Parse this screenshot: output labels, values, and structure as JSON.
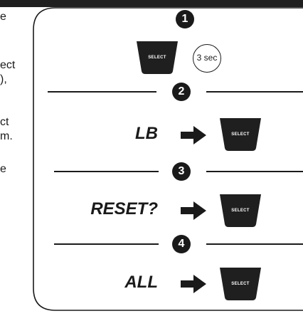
{
  "side_text": {
    "lines": [
      "e",
      "ect",
      "),",
      "ct",
      "m.",
      "e"
    ]
  },
  "steps": [
    {
      "number": "1",
      "timer": "3 sec",
      "button_label": "SELECT"
    },
    {
      "number": "2",
      "word": "LB",
      "button_label": "SELECT"
    },
    {
      "number": "3",
      "word": "RESET?",
      "button_label": "SELECT"
    },
    {
      "number": "4",
      "word": "ALL",
      "button_label": "SELECT"
    }
  ],
  "colors": {
    "ink": "#1a1a1a",
    "button_fill": "#1f1f1f",
    "button_text": "#ffffff",
    "background": "#ffffff"
  },
  "icons": {
    "arrow": "right-arrow-icon",
    "button": "select-button-icon"
  }
}
